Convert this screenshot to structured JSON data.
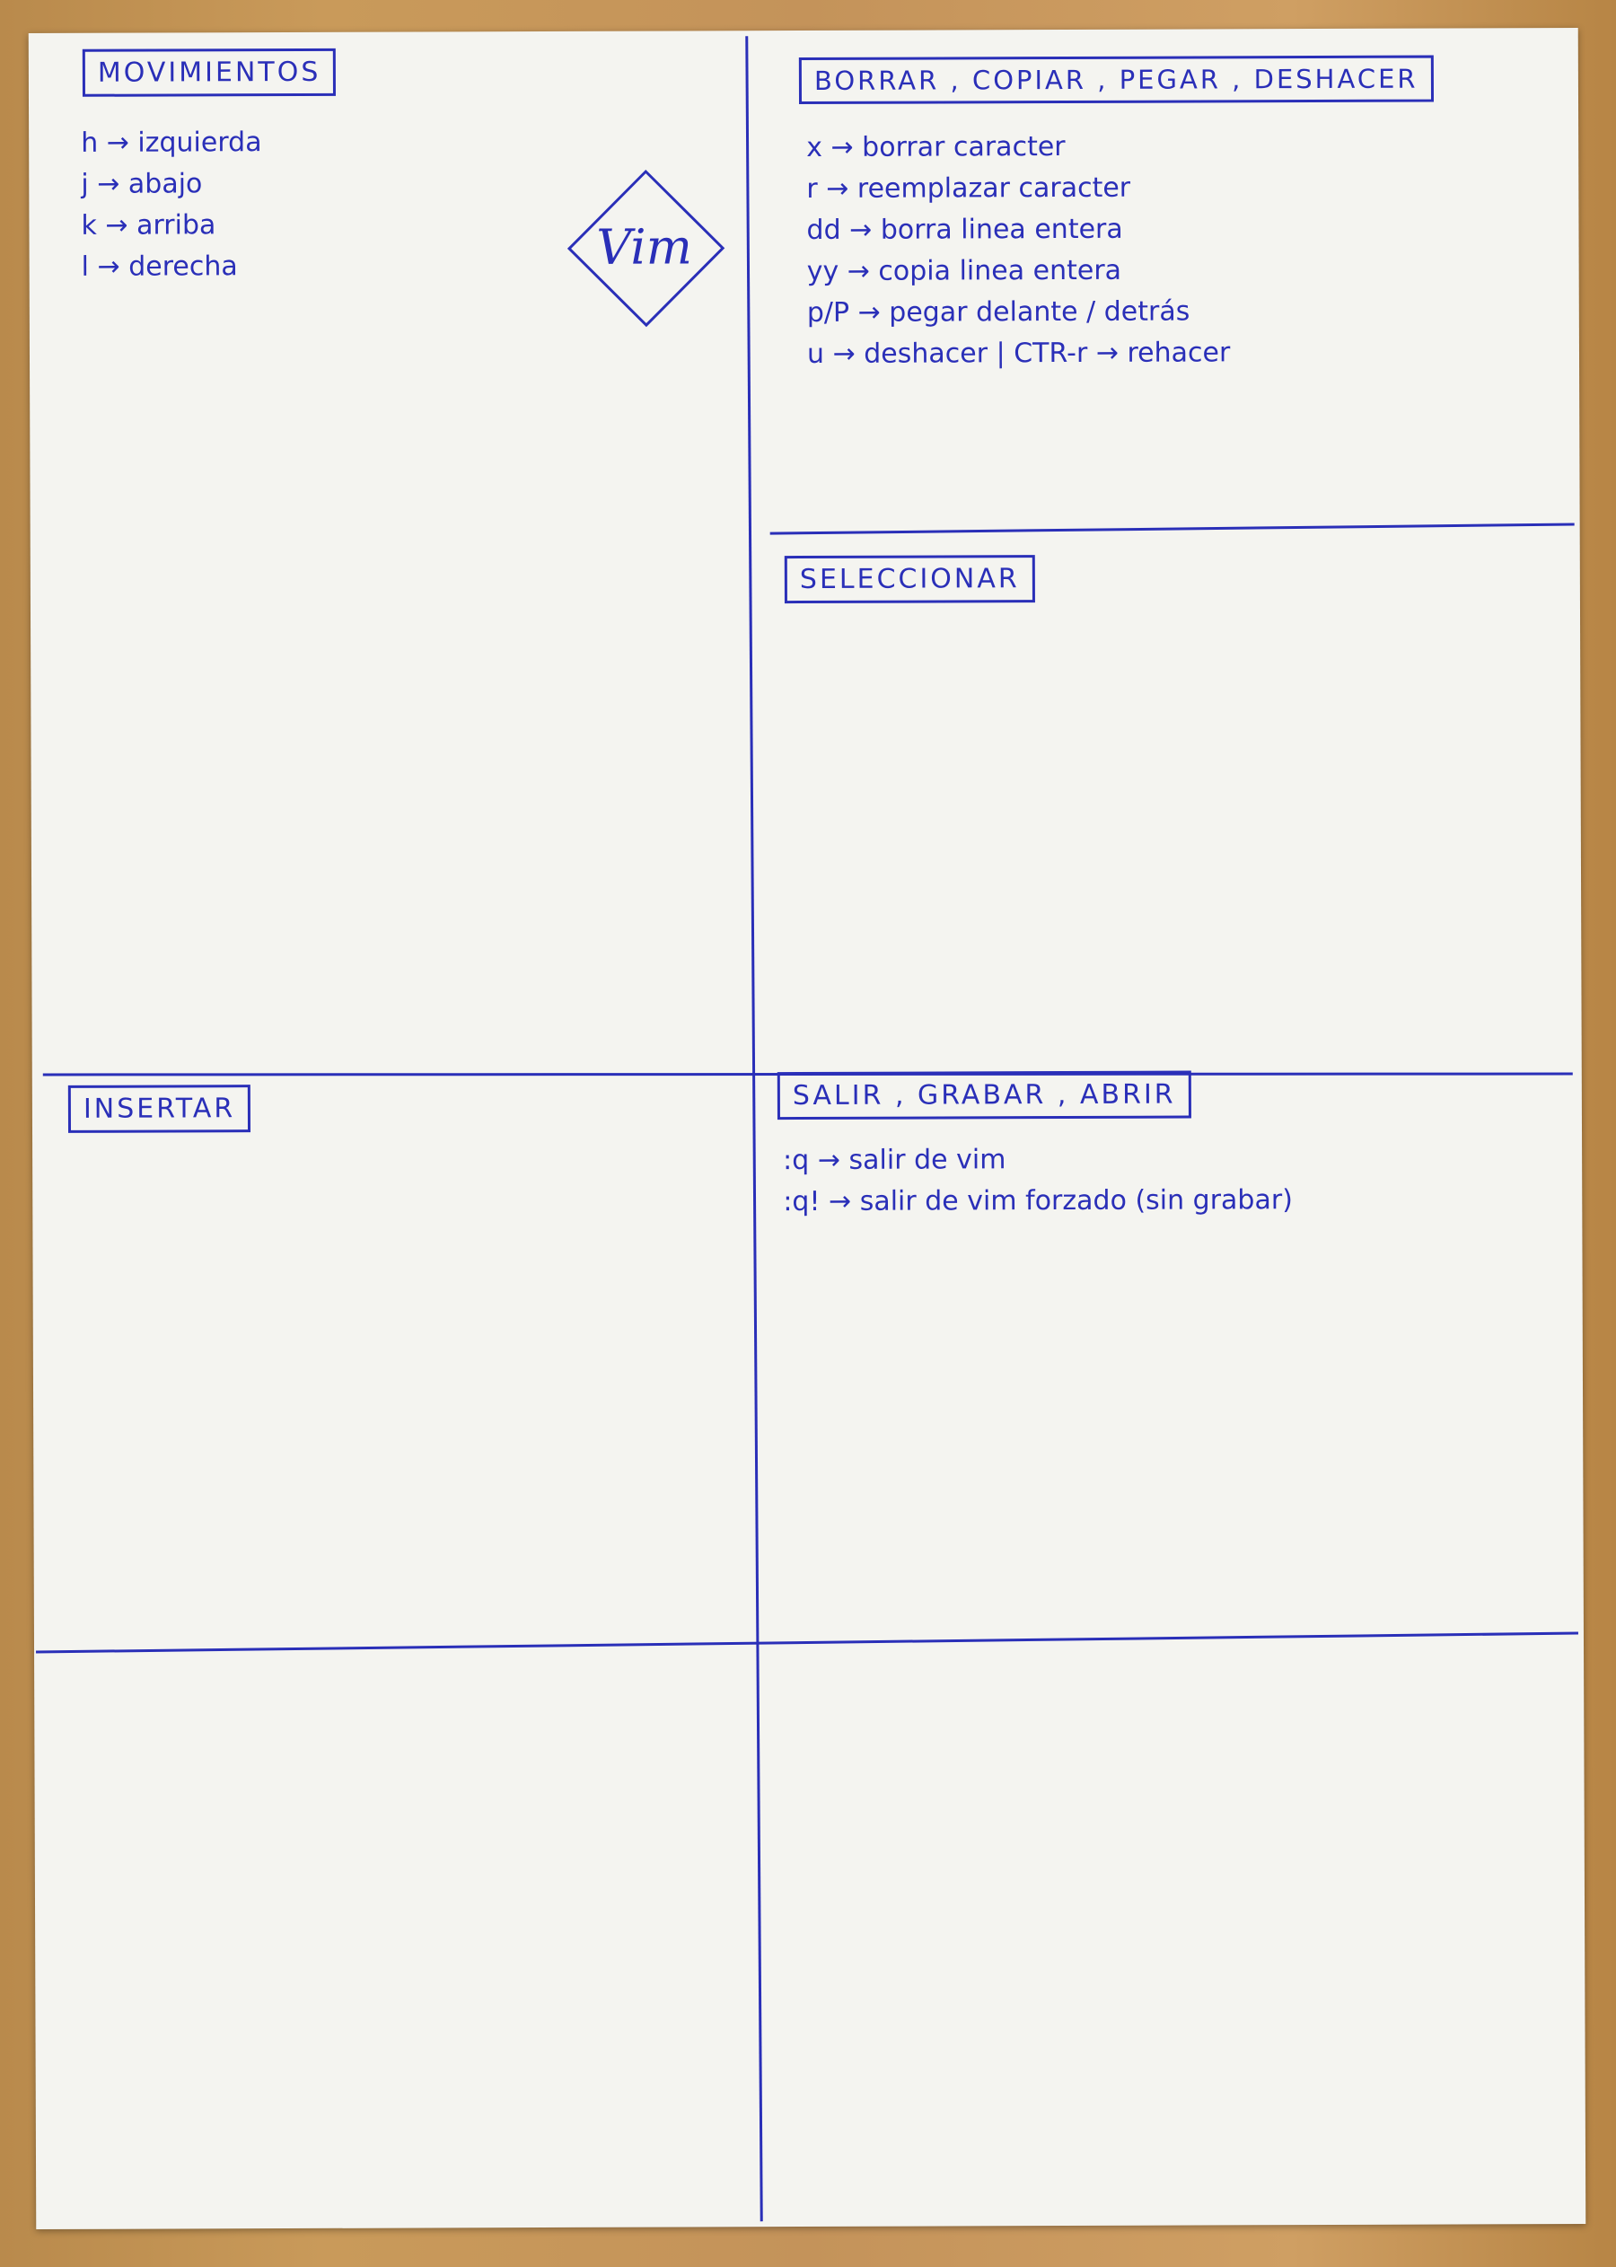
{
  "sections": {
    "movimientos": {
      "title": "MOVIMIENTOS",
      "lines": [
        "h → izquierda",
        "j → abajo",
        "k → arriba",
        "l → derecha"
      ]
    },
    "borrar": {
      "title": "BORRAR , COPIAR , PEGAR , DESHACER",
      "lines": [
        "x → borrar caracter",
        "r → reemplazar caracter",
        "dd → borra linea entera",
        "yy → copia linea entera",
        "p/P → pegar delante / detrás",
        "u → deshacer  |  CTR-r → rehacer"
      ]
    },
    "seleccionar": {
      "title": "SELECCIONAR"
    },
    "insertar": {
      "title": "INSERTAR"
    },
    "salir": {
      "title": "SALIR , GRABAR , ABRIR",
      "lines": [
        ":q → salir de vim",
        ":q! → salir de vim forzado (sin grabar)"
      ]
    }
  },
  "logo": {
    "text": "Vim"
  },
  "colors": {
    "ink": "#2a2fb8",
    "paper": "#f4f4f0",
    "wood": "#c4935a"
  }
}
